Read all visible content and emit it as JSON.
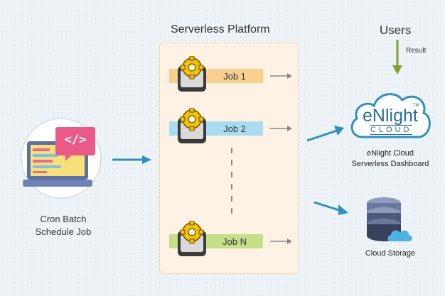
{
  "headings": {
    "platform": "Serverless Platform",
    "users": "Users",
    "result": "Result"
  },
  "cron": {
    "line1": "Cron Batch",
    "line2": "Schedule Job",
    "code_symbol": "</>"
  },
  "jobs": [
    {
      "label": "Job 1",
      "color": "#f9cf8e"
    },
    {
      "label": "Job 2",
      "color": "#a9dcf3"
    },
    {
      "label": "Job N",
      "color": "#c4df88"
    }
  ],
  "dashboard": {
    "logo_text": "eNlight",
    "logo_sub": "CLOUD",
    "logo_tm": "TM",
    "line1": "eNlight Cloud",
    "line2": "Serverless Dashboard"
  },
  "storage": {
    "label": "Cloud Storage"
  },
  "colors": {
    "arrow_blue": "#2f8fbd",
    "arrow_gray": "#888888",
    "arrow_green": "#7ba32e",
    "gear": "#f4c20d"
  }
}
